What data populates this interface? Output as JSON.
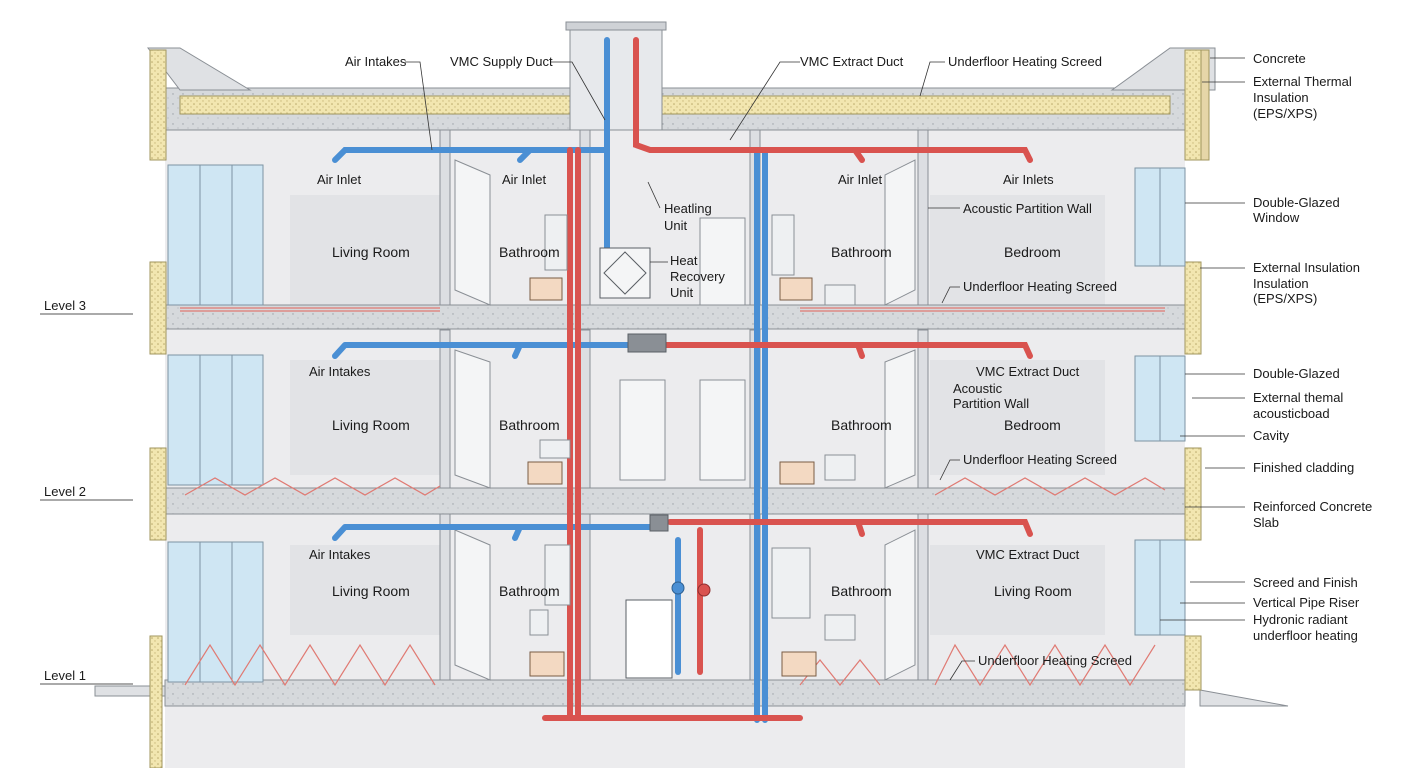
{
  "colors": {
    "supply_duct": "#4a8fd4",
    "extract_duct": "#d9534f",
    "insulation": "#f2e6b0",
    "concrete": "#d6d9dc",
    "wall": "#ececee",
    "glass": "#cfe6f3",
    "heating_coil": "#e07a73"
  },
  "levels": [
    {
      "label": "Level 3"
    },
    {
      "label": "Level 2"
    },
    {
      "label": "Level 1"
    }
  ],
  "rooms": {
    "l3": [
      "Living Room",
      "Bathroom",
      "Bathroom",
      "Bedroom"
    ],
    "l2": [
      "Living Room",
      "Bathroom",
      "Bathroom",
      "Bedroom"
    ],
    "l1": [
      "Living Room",
      "Bathroom",
      "Bathroom",
      "Living Room"
    ]
  },
  "top_labels": {
    "air_intakes": "Air Intakes",
    "vmc_supply": "VMC Supply Duct",
    "vmc_extract": "VMC Extract Duct",
    "underfloor_top": "Underfloor Heating Screed"
  },
  "inner_labels": {
    "air_inlet_1": "Air Inlet",
    "air_inlet_2": "Air Inlet",
    "air_inlet_3": "Air Inlet",
    "air_inlets_4": "Air Inlets",
    "heating_unit_1": "Heatling",
    "heating_unit_2": "Unit",
    "hru_1": "Heat",
    "hru_2": "Recovery",
    "hru_3": "Unit",
    "acoustic_l3": "Acoustic Partition Wall",
    "ufh_l3": "Underfloor Heating Screed",
    "air_intakes_l2": "Air Intakes",
    "vmc_extract_l2": "VMC Extract Duct",
    "acoustic_l2_1": "Acoustic",
    "acoustic_l2_2": "Partition Wall",
    "ufh_l2": "Underfloor Heating Screed",
    "air_intakes_l1": "Air Intakes",
    "vmc_extract_l1": "VMC Extract Duct",
    "ufh_l1": "Underfloor Heating Screed"
  },
  "right_labels": [
    [
      "Concrete"
    ],
    [
      "External Thermal",
      "Insulation",
      "(EPS/XPS)"
    ],
    [
      "Double-Glazed",
      "Window"
    ],
    [
      "External Insulation",
      "Insulation",
      "(EPS/XPS)"
    ],
    [
      "Double-Glazed"
    ],
    [
      "External themal",
      "acousticboad"
    ],
    [
      "Cavity"
    ],
    [
      "Finished cladding"
    ],
    [
      "Reinforced Concrete",
      "Slab"
    ],
    [
      "Screed and Finish"
    ],
    [
      "Vertical Pipe Riser"
    ],
    [
      "Hydronic radiant",
      "underfloor heating"
    ]
  ]
}
